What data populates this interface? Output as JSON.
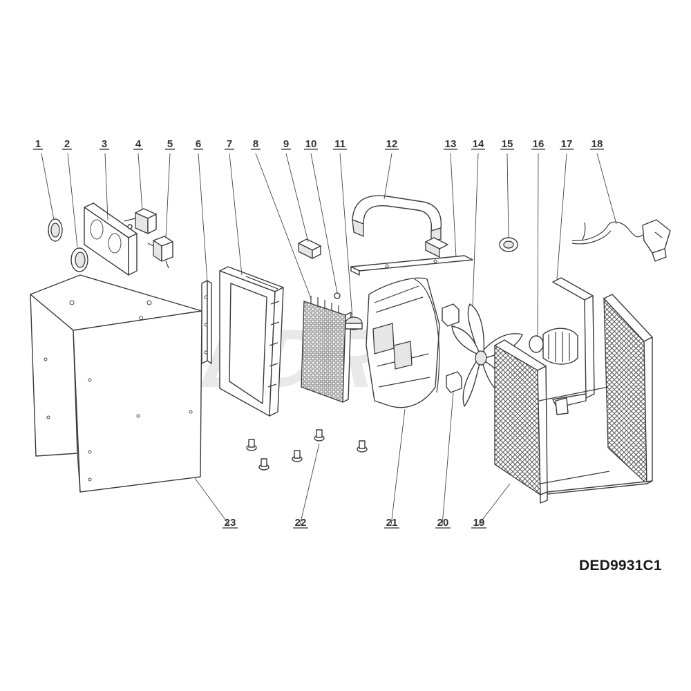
{
  "diagram": {
    "model_code": "DED9931C1",
    "watermark_text": "DEDRA",
    "part_numbers": [
      "1",
      "2",
      "3",
      "4",
      "5",
      "6",
      "7",
      "8",
      "9",
      "10",
      "11",
      "12",
      "13",
      "14",
      "15",
      "16",
      "17",
      "18",
      "19",
      "20",
      "21",
      "22",
      "23"
    ]
  },
  "colors": {
    "line": "#3a3a3a",
    "watermark": "#e9e9e9",
    "fill_light": "#e6e6e6"
  }
}
